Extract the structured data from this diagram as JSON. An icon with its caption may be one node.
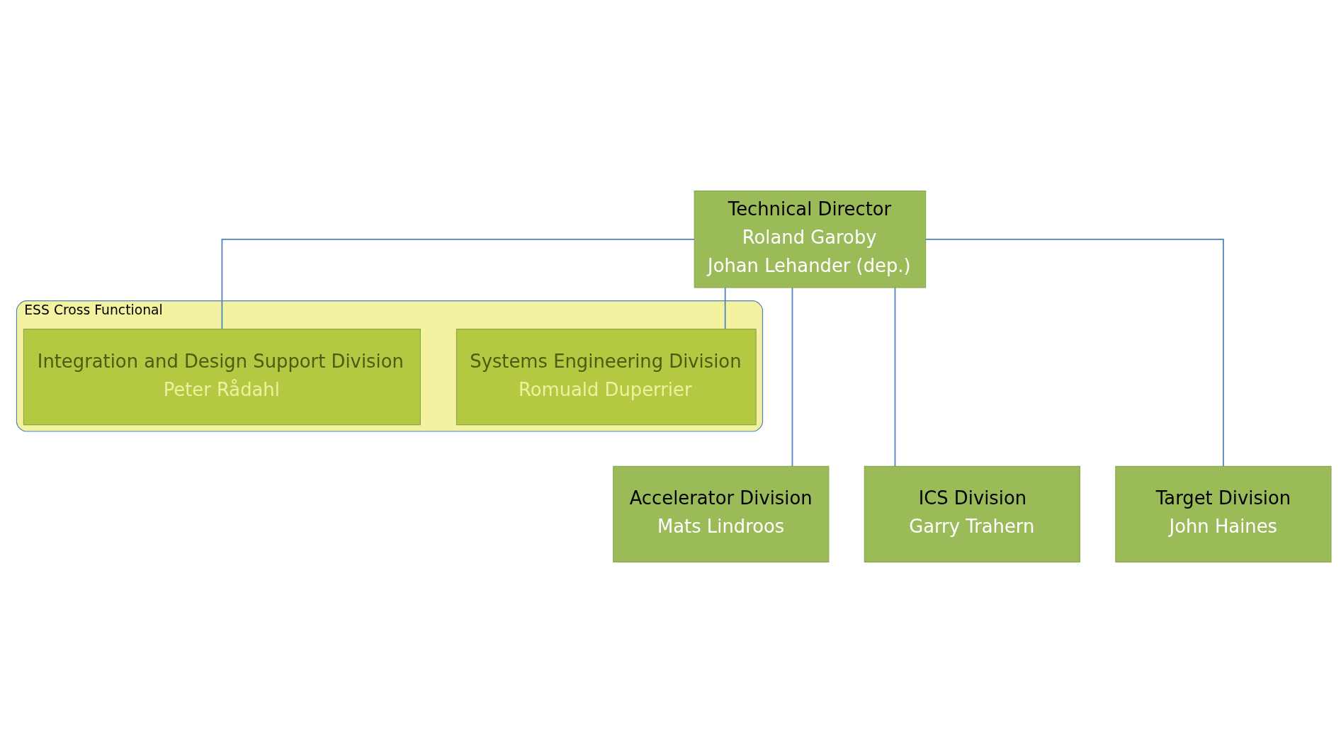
{
  "diagram": {
    "nodes": [
      {
        "text": [
          "Technical Director",
          "Roland Garoby",
          "Johan Lehander (dep.)"
        ]
      },
      {
        "text": [
          "ESS Cross Functional"
        ]
      },
      {
        "text": [
          "Systems Engineering Division",
          "Romuald Duperrier"
        ],
        "in": 1
      },
      {
        "text": [
          "Integration and Design Support Division",
          "Peter Rådahl"
        ],
        "in": 1
      },
      {
        "text": [
          "Accelerator Division",
          "Mats Lindroos"
        ]
      },
      {
        "text": [
          "ICS Division",
          "Garry Trahern"
        ]
      },
      {
        "text": [
          "Target Division",
          "John Haines"
        ]
      }
    ],
    "edges": [
      {
        "from": 0,
        "to": 2,
        "arrow": "none"
      },
      {
        "from": 0,
        "to": 3,
        "arrow": "none"
      },
      {
        "from": 0,
        "to": 4,
        "arrow": "none"
      },
      {
        "from": 0,
        "to": 5,
        "arrow": "none"
      },
      {
        "from": 0,
        "to": 6,
        "arrow": "none"
      }
    ]
  }
}
